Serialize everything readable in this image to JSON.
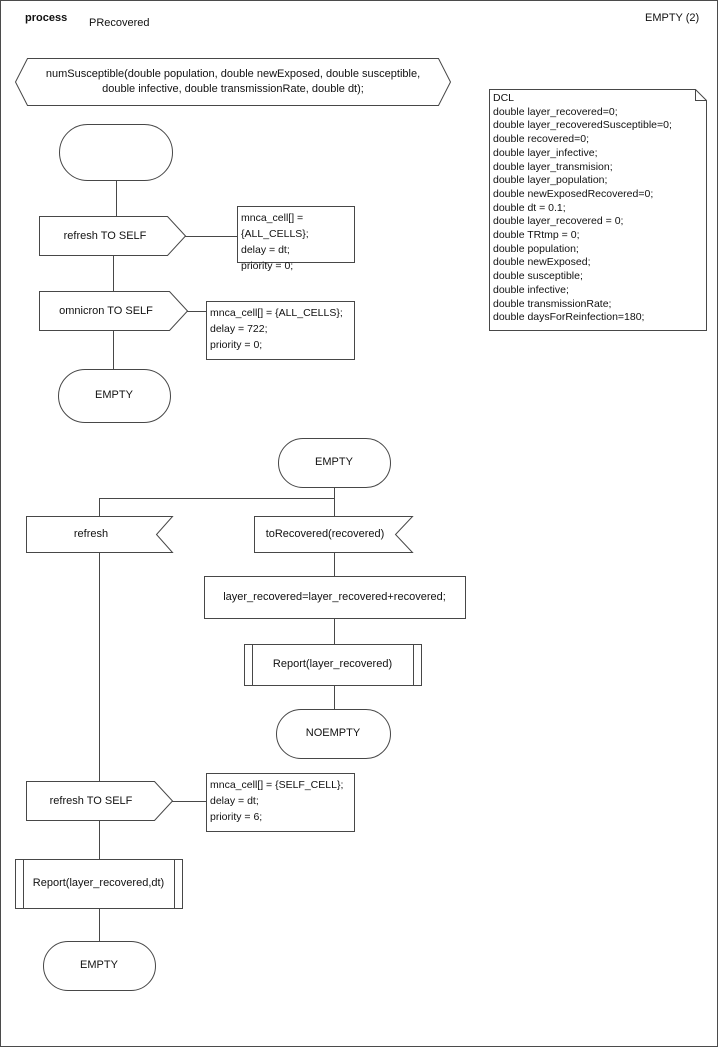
{
  "page": {
    "kind_label": "process",
    "name": "PRecovered",
    "page_label": "EMPTY (2)"
  },
  "signature": {
    "text": "numSusceptible(double population, double newExposed, double susceptible,\ndouble infective, double transmissionRate, double dt);"
  },
  "dcl": {
    "text": "DCL\ndouble layer_recovered=0;\ndouble layer_recoveredSusceptible=0;\ndouble recovered=0;\ndouble layer_infective;\ndouble layer_transmision;\ndouble layer_population;\ndouble newExposedRecovered=0;\ndouble dt = 0.1;\ndouble layer_recovered = 0;\ndouble TRtmp = 0;\ndouble population;\ndouble newExposed;\ndouble susceptible;\ndouble infective;\ndouble transmissionRate;\ndouble daysForReinfection=180;"
  },
  "flow1": {
    "start_state_label": "",
    "output_refresh": "refresh TO SELF",
    "comment_refresh": "mnca_cell[] = {ALL_CELLS};\ndelay = dt;\npriority = 0;",
    "output_omnicron": "omnicron TO SELF",
    "comment_omnicron": "mnca_cell[] = {ALL_CELLS};\ndelay = 722;\npriority = 0;",
    "end_state": "EMPTY"
  },
  "flow2": {
    "start_state": "EMPTY",
    "input_refresh": "refresh",
    "input_torecovered": "toRecovered(recovered)",
    "task": "layer_recovered=layer_recovered+recovered;",
    "call_report": "Report(layer_recovered)",
    "state_noempty": "NOEMPTY",
    "output_refresh_self": "refresh TO SELF",
    "comment_refresh_self": "mnca_cell[] = {SELF_CELL};\ndelay = dt;\npriority = 6;",
    "call_report_dt": "Report(layer_recovered,dt)",
    "end_state": "EMPTY"
  }
}
